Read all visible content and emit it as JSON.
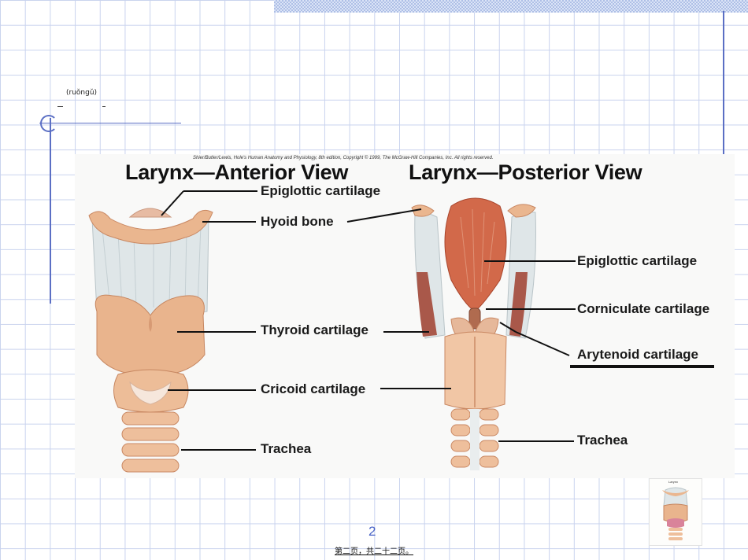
{
  "slide": {
    "ruby_text": "(ruǒngǔ)",
    "page_number": "2",
    "footer": "第二页，共二十二页。"
  },
  "figure": {
    "credit": "Shier/Butler/Lewis, Hole's Human Anatomy and Physiology, 8th edition, Copyright © 1999, The McGraw-Hill Companies, Inc. All rights reserved.",
    "anterior_title": "Larynx—Anterior View",
    "posterior_title": "Larynx—Posterior View",
    "anterior_labels": {
      "epiglottic": "Epiglottic cartilage",
      "hyoid": "Hyoid bone",
      "thyroid": "Thyroid cartilage",
      "cricoid": "Cricoid cartilage",
      "trachea": "Trachea"
    },
    "posterior_labels": {
      "epiglottic": "Epiglottic cartilage",
      "corniculate": "Corniculate cartilage",
      "arytenoid": "Arytenoid cartilage",
      "trachea": "Trachea"
    },
    "colors": {
      "cartilage": "#eab68f",
      "cartilage_dark": "#c98863",
      "membrane": "#d9e0e3",
      "epiglottis": "#d2694a",
      "muscle": "#a9584a"
    }
  },
  "thumbnail": {
    "caption": "Larynx"
  }
}
